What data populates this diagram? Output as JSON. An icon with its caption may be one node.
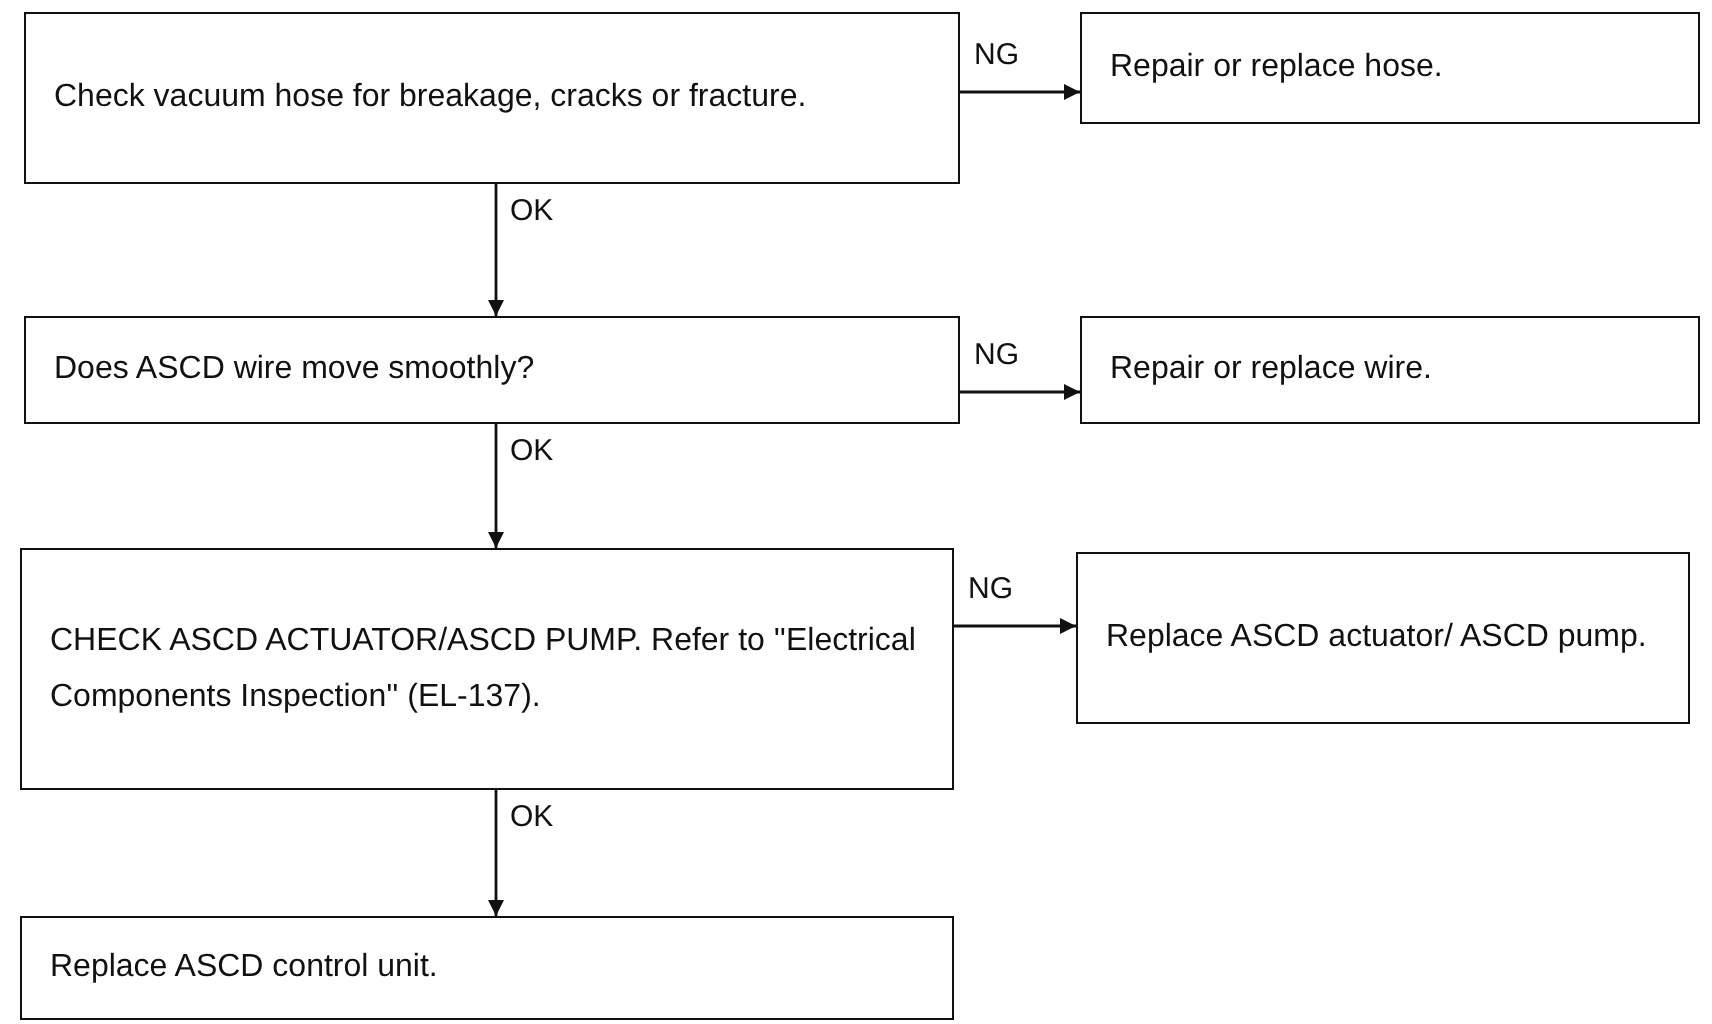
{
  "diagram": {
    "nodes": [
      {
        "text": [
          "Check vacuum hose for breakage, cracks or fracture."
        ]
      },
      {
        "text": [
          "Repair or replace hose."
        ]
      },
      {
        "text": [
          "Does ASCD wire move smoothly?"
        ]
      },
      {
        "text": [
          "Repair or replace wire."
        ]
      },
      {
        "text": [
          "CHECK ASCD ACTUATOR/ASCD PUMP. Refer to ''Electrical Components Inspection'' (EL-137)."
        ]
      },
      {
        "text": [
          "Replace ASCD actuator/ ASCD pump."
        ]
      },
      {
        "text": [
          "Replace ASCD control unit."
        ]
      }
    ],
    "edges": [
      {
        "from": 0,
        "to": 1,
        "arrow": "to",
        "label": "NG"
      },
      {
        "from": 0,
        "to": 2,
        "arrow": "to",
        "label": "OK"
      },
      {
        "from": 2,
        "to": 3,
        "arrow": "to",
        "label": "NG"
      },
      {
        "from": 2,
        "to": 4,
        "arrow": "to",
        "label": "OK"
      },
      {
        "from": 4,
        "to": 5,
        "arrow": "to",
        "label": "NG"
      },
      {
        "from": 4,
        "to": 6,
        "arrow": "to",
        "label": "OK"
      }
    ]
  }
}
